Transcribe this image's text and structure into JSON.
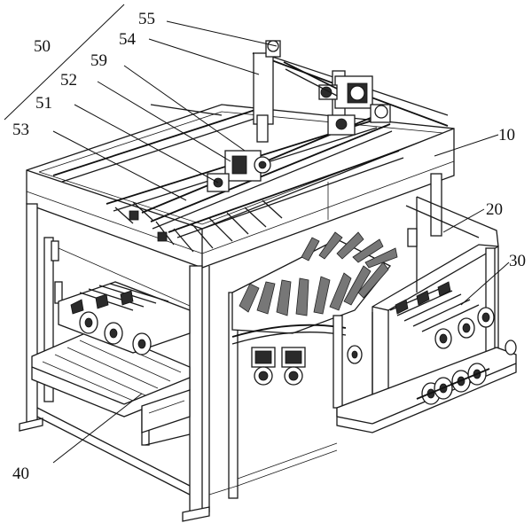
{
  "labels": {
    "l50": "50",
    "l55": "55",
    "l54": "54",
    "l59": "59",
    "l52": "52",
    "l51": "51",
    "l53": "53",
    "l10": "10",
    "l20": "20",
    "l30": "30",
    "l40": "40"
  }
}
